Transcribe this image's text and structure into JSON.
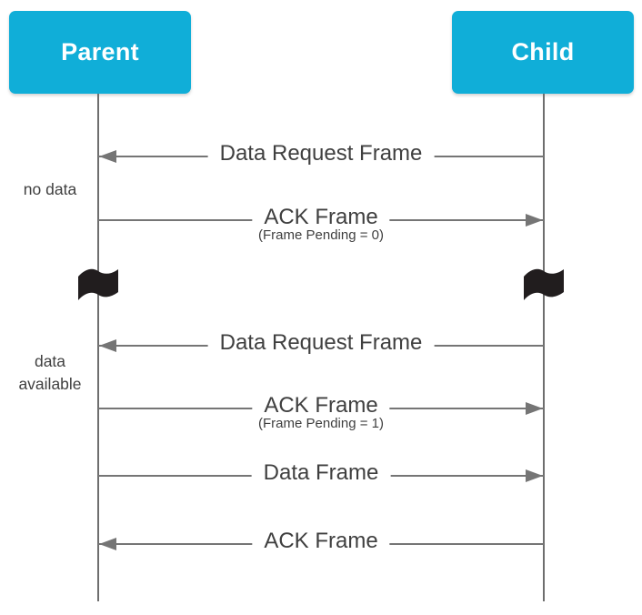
{
  "diagram": {
    "title_hint": "parent-child data poll sequence",
    "actors": [
      {
        "label": "Parent"
      },
      {
        "label": "Child"
      }
    ],
    "side_notes": [
      {
        "label": "no data"
      },
      {
        "label": "data available"
      }
    ],
    "messages": [
      {
        "label": "Data Request Frame",
        "sublabel": "",
        "direction": "child-to-parent"
      },
      {
        "label": "ACK Frame",
        "sublabel": "(Frame Pending = 0)",
        "direction": "parent-to-child"
      },
      {
        "label": "Data Request Frame",
        "sublabel": "",
        "direction": "child-to-parent"
      },
      {
        "label": "ACK Frame",
        "sublabel": "(Frame Pending = 1)",
        "direction": "parent-to-child"
      },
      {
        "label": "Data Frame",
        "sublabel": "",
        "direction": "parent-to-child"
      },
      {
        "label": "ACK Frame",
        "sublabel": "",
        "direction": "child-to-parent"
      }
    ],
    "icons": [
      {
        "name": "flag-icon",
        "meaning": "time break on lifeline"
      }
    ],
    "colors": {
      "actor_bg": "#10aed8",
      "actor_text": "#ffffff",
      "line": "#757575",
      "lifeline": "#6e6e6e",
      "label_text": "#3f3f3f",
      "flag": "#211d1e",
      "background": "#ffffff"
    }
  }
}
